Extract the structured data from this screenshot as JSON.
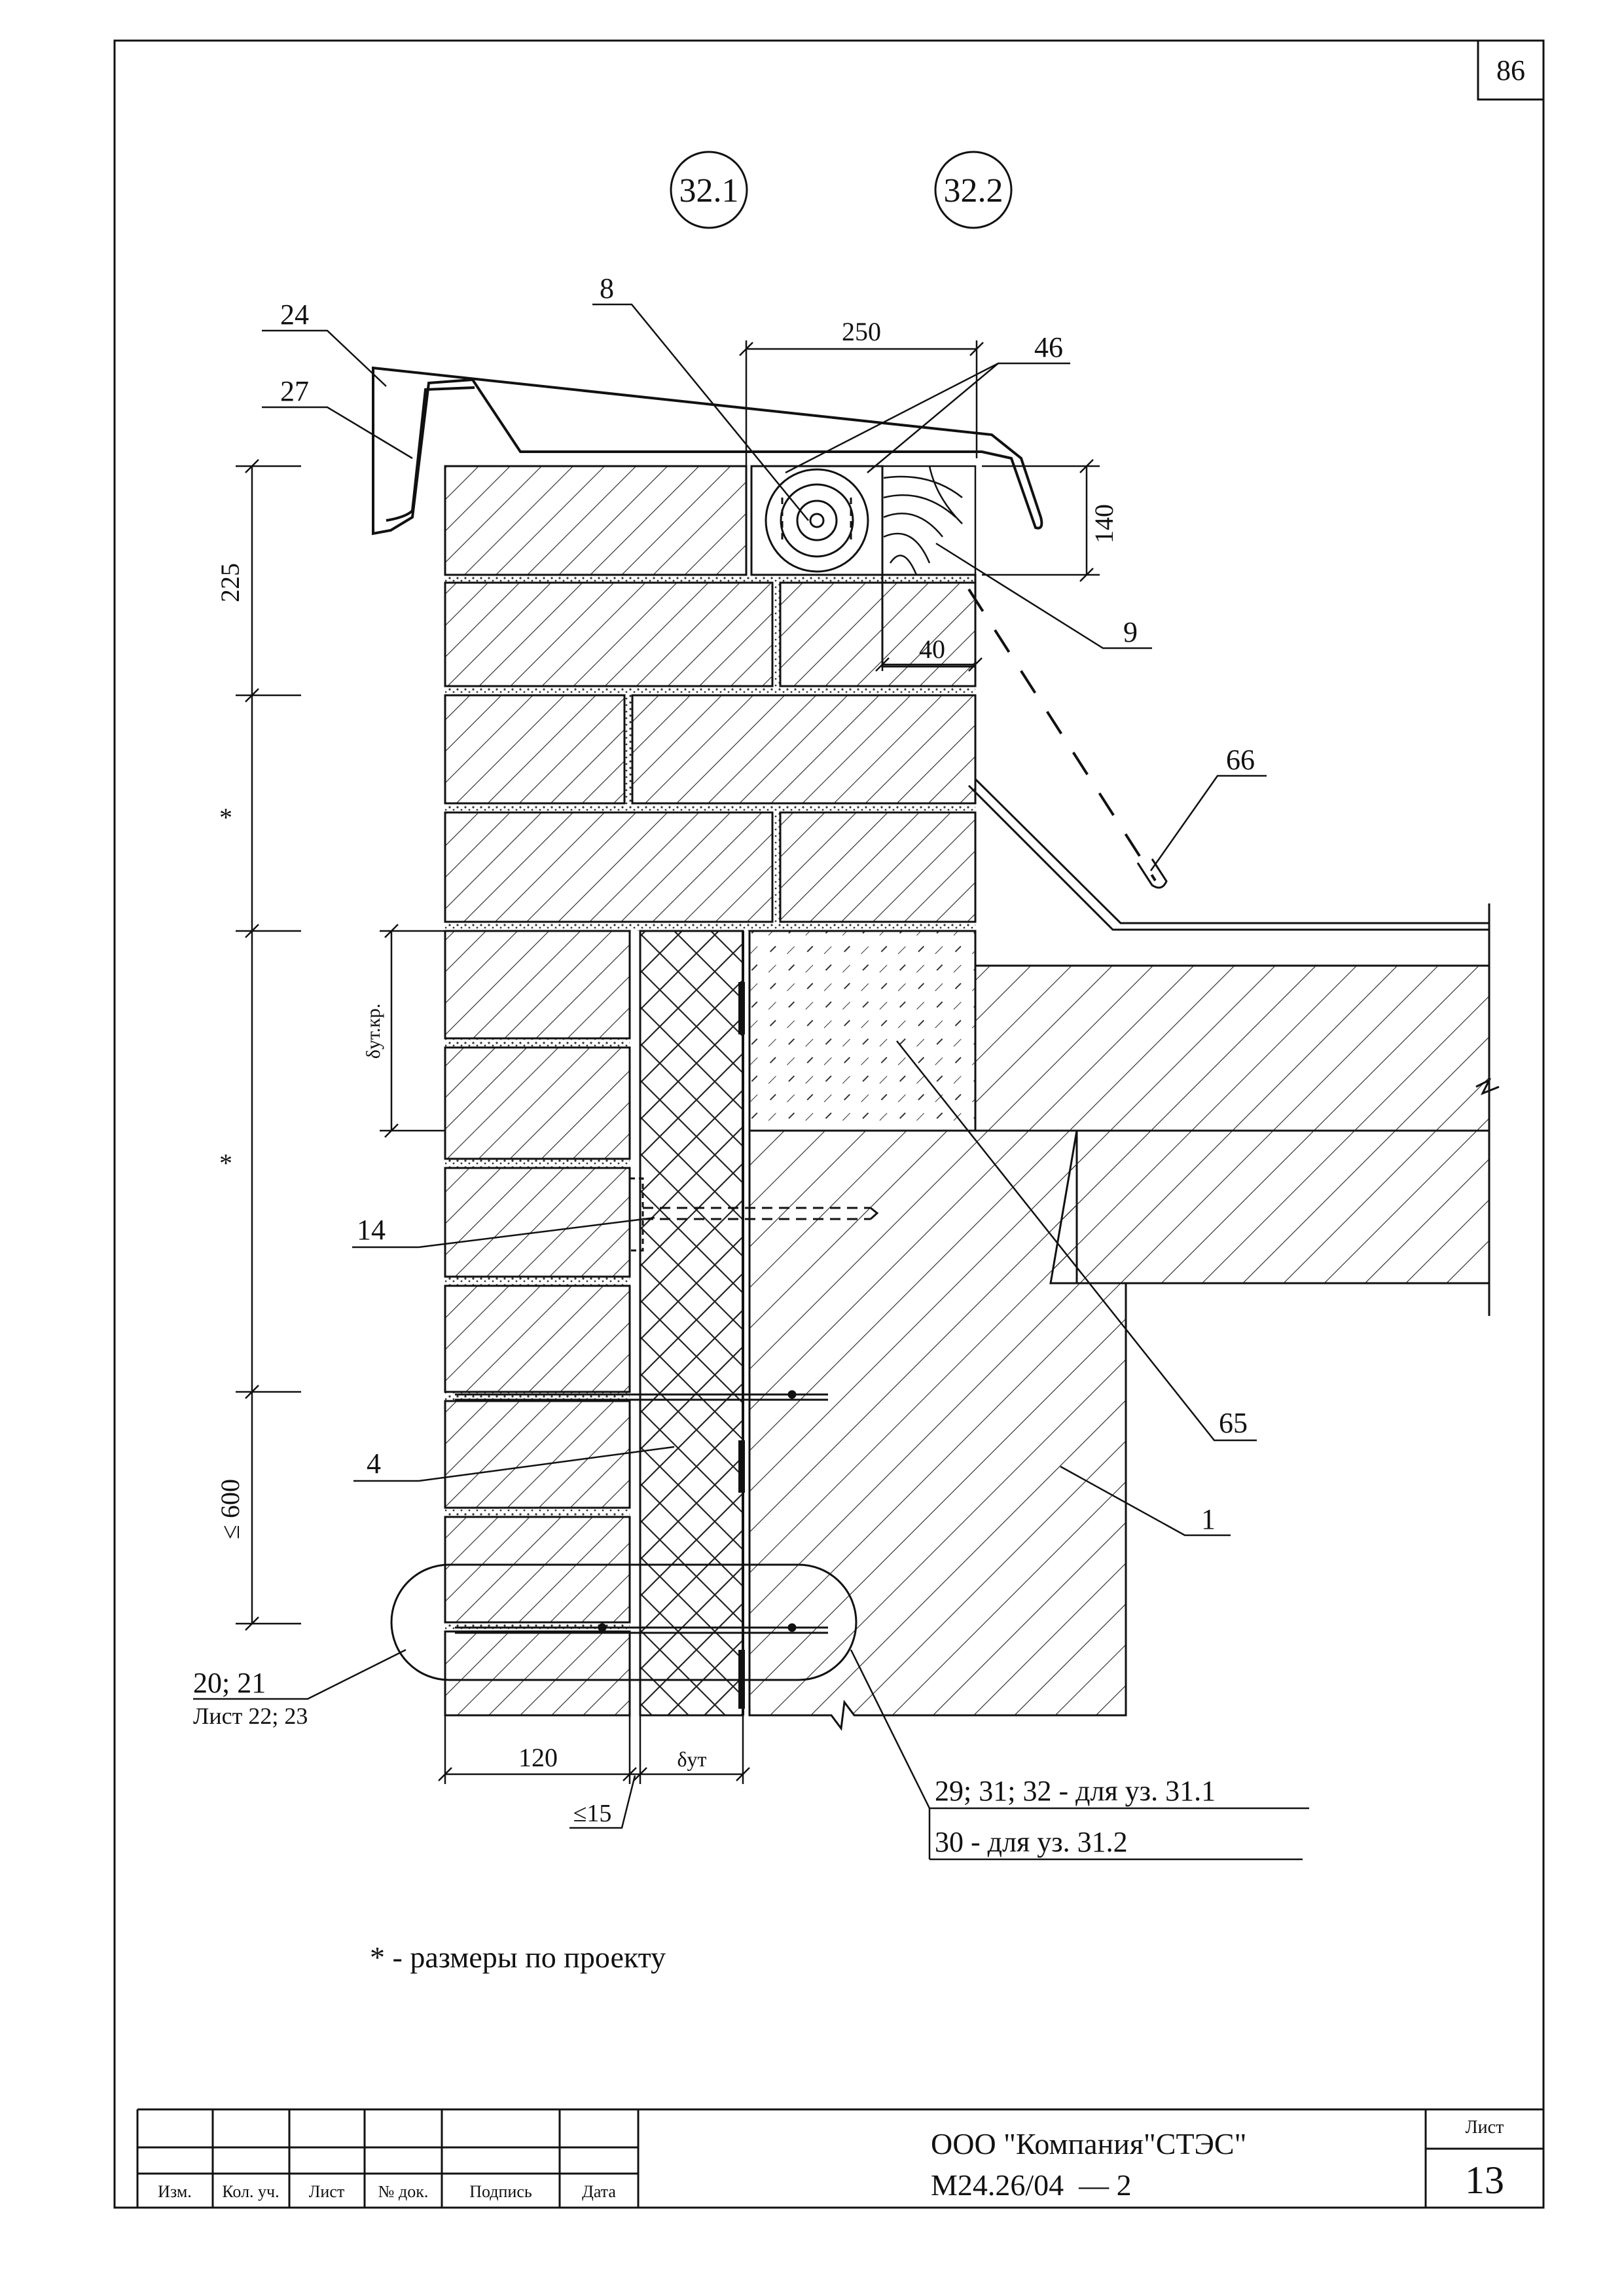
{
  "page_number": "86",
  "node_markers": [
    "32.1",
    "32.2"
  ],
  "callouts": {
    "c24": "24",
    "c27": "27",
    "c8": "8",
    "c46": "46",
    "c9": "9",
    "c66": "66",
    "c14": "14",
    "c4": "4",
    "c65": "65",
    "c1": "1",
    "c20_21": "20; 21",
    "c20_21_sub": "Лист 22; 23",
    "c29_31_32": "29; 31; 32 - для уз. 31.1",
    "c30": "30 - для уз. 31.2"
  },
  "dimensions": {
    "d250": "250",
    "d140": "140",
    "d40": "40",
    "d225": "225",
    "d_star1": "*",
    "d_star2": "*",
    "d_le600": "≤ 600",
    "d_delta_ut_kr": "δут.кр.",
    "d120": "120",
    "d_delta_ut": "δут",
    "d_le15": "≤15"
  },
  "note": "* - размеры по проекту",
  "title_block": {
    "columns": [
      "Изм.",
      "Кол. уч.",
      "Лист",
      "№ док.",
      "Подпись",
      "Дата"
    ],
    "company": "ООО \"Компания\"СТЭС\"",
    "code": "М24.26/04  — 2",
    "sheet_label": "Лист",
    "sheet_number": "13"
  }
}
